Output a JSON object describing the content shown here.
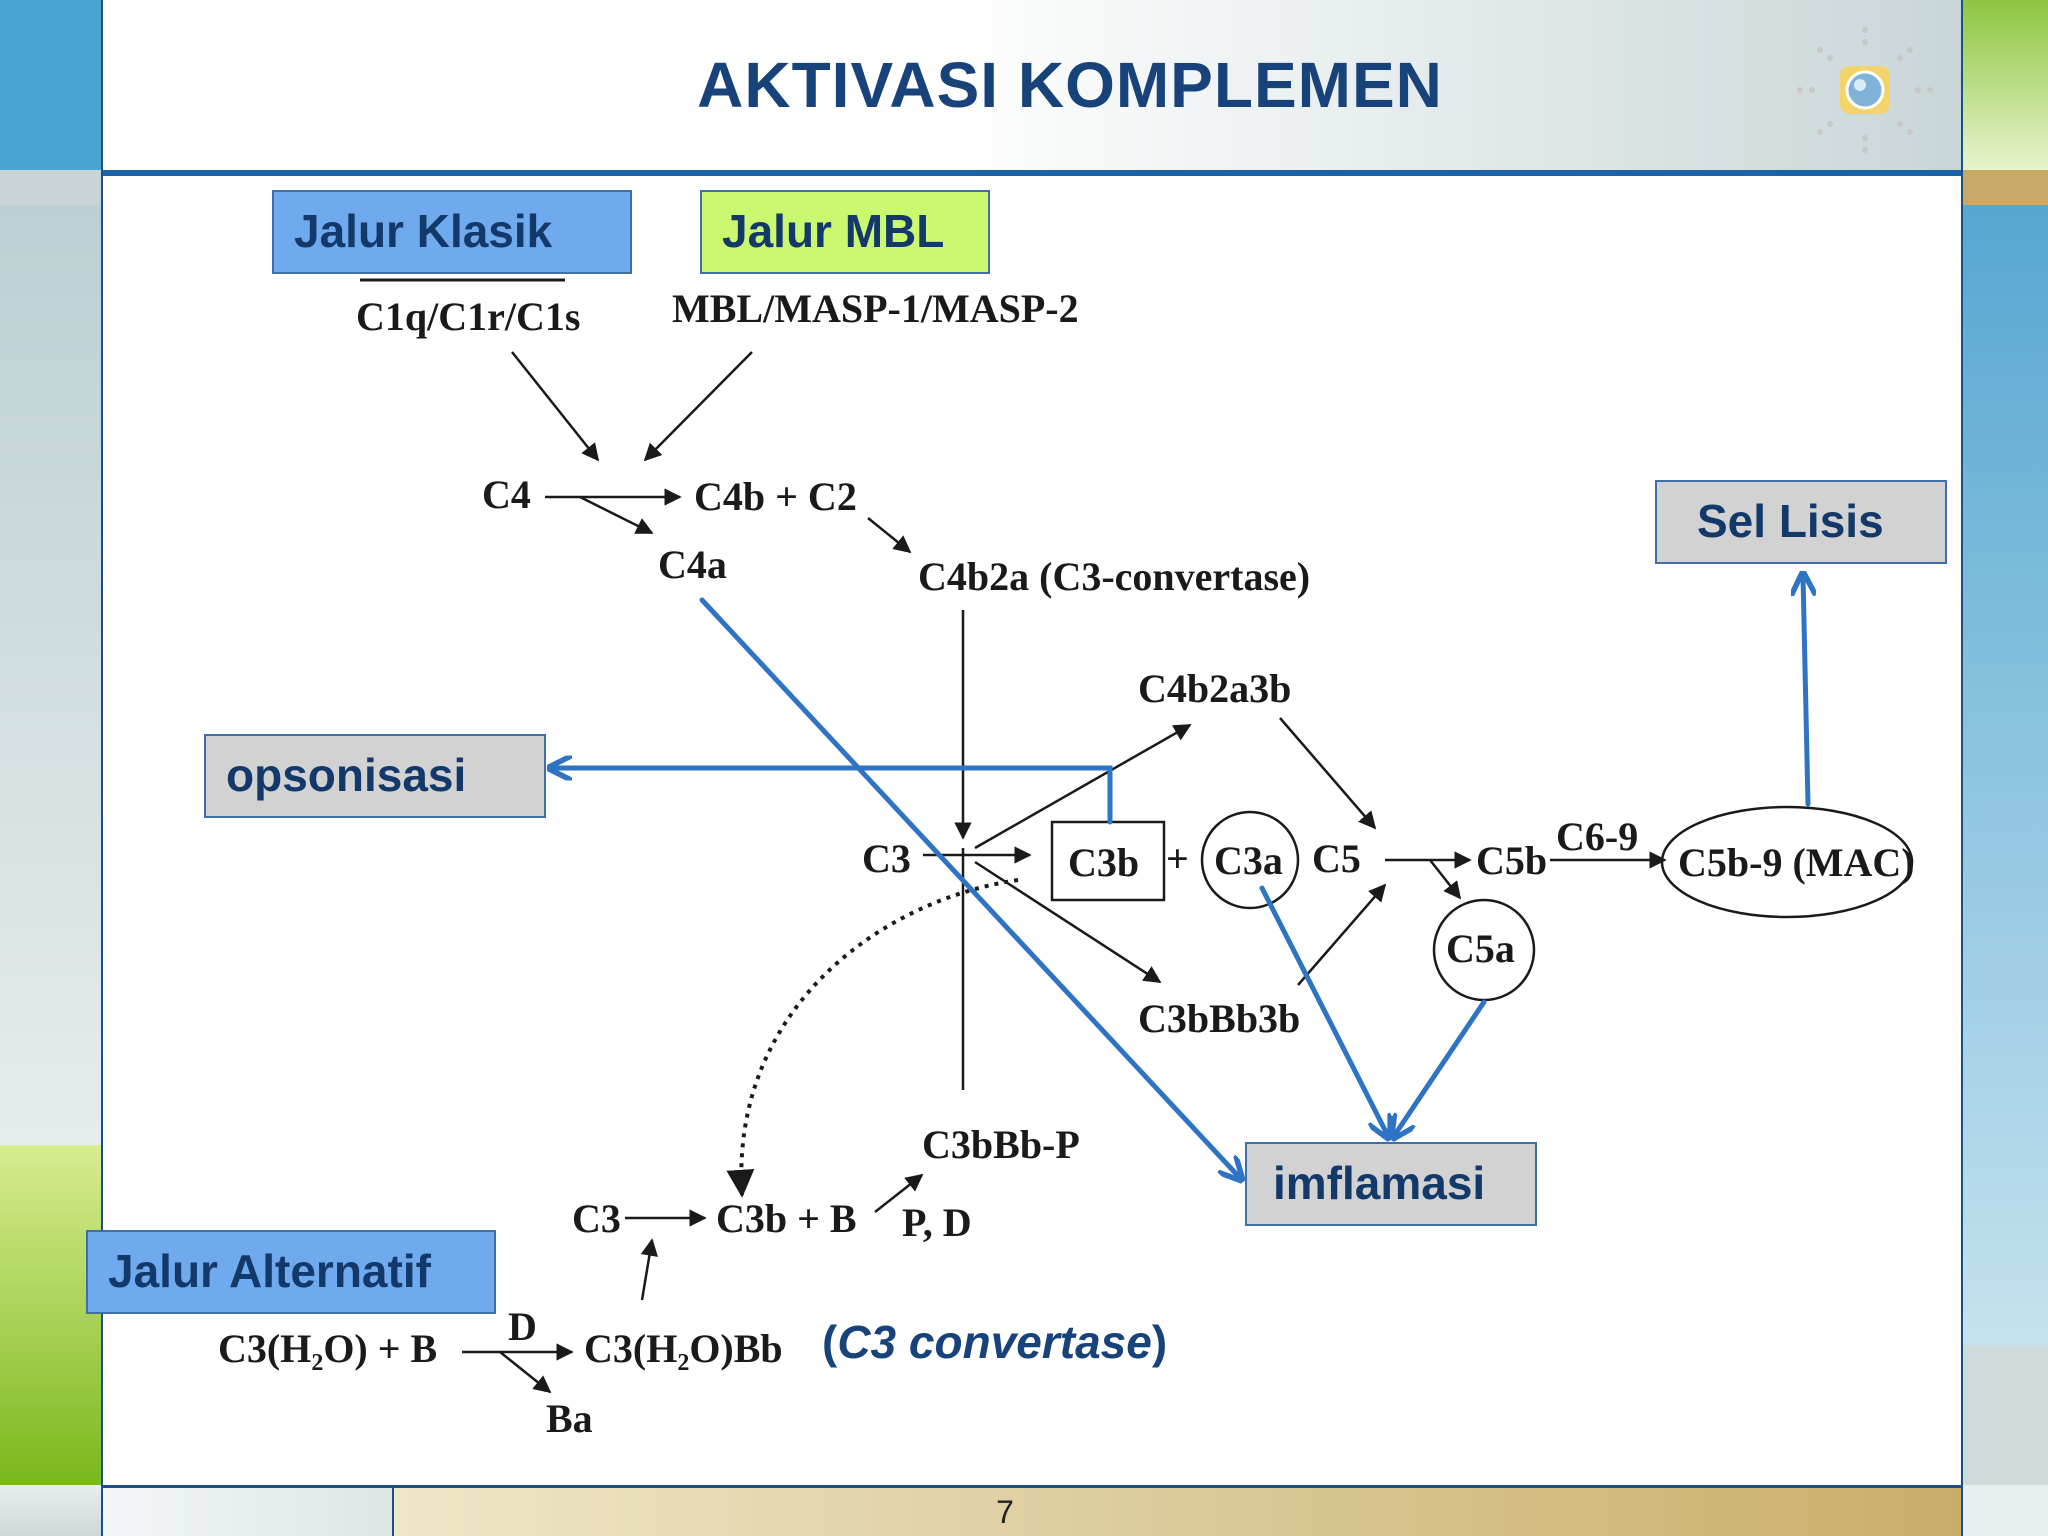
{
  "slide": {
    "title": "AKTIVASI KOMPLEMEN",
    "page_number": "7"
  },
  "boxes": {
    "jalur_klasik": "Jalur Klasik",
    "jalur_mbl": "Jalur MBL",
    "jalur_alternatif": "Jalur Alternatif",
    "opsonisasi": "opsonisasi",
    "sel_lisis": "Sel Lisis",
    "imflamasi": "imflamasi"
  },
  "diagram": {
    "c1q": "C1q/C1r/C1s",
    "mbl_masp": "MBL/MASP-1/MASP-2",
    "c4": "C4",
    "c4b_c2": "C4b + C2",
    "c4a": "C4a",
    "c4b2a": "C4b2a (C3-convertase)",
    "c4b2a3b": "C4b2a3b",
    "c3_top": "C3",
    "c3b_box": "C3b",
    "plus": "+",
    "c3a": "C3a",
    "c5": "C5",
    "c5b": "C5b",
    "c6_9": "C6-9",
    "mac": "C5b-9 (MAC)",
    "c5a": "C5a",
    "c3bbb3b": "C3bBb3b",
    "c3bbbp": "C3bBb-P",
    "c3_bottom": "C3",
    "c3b_b": "C3b + B",
    "p_d": "P, D",
    "c3h2o_b": "C3(H₂O) + B",
    "d": "D",
    "c3h2obb": "C3(H₂O)Bb",
    "ba": "Ba",
    "c3_convertase_note": "C3 convertase"
  }
}
